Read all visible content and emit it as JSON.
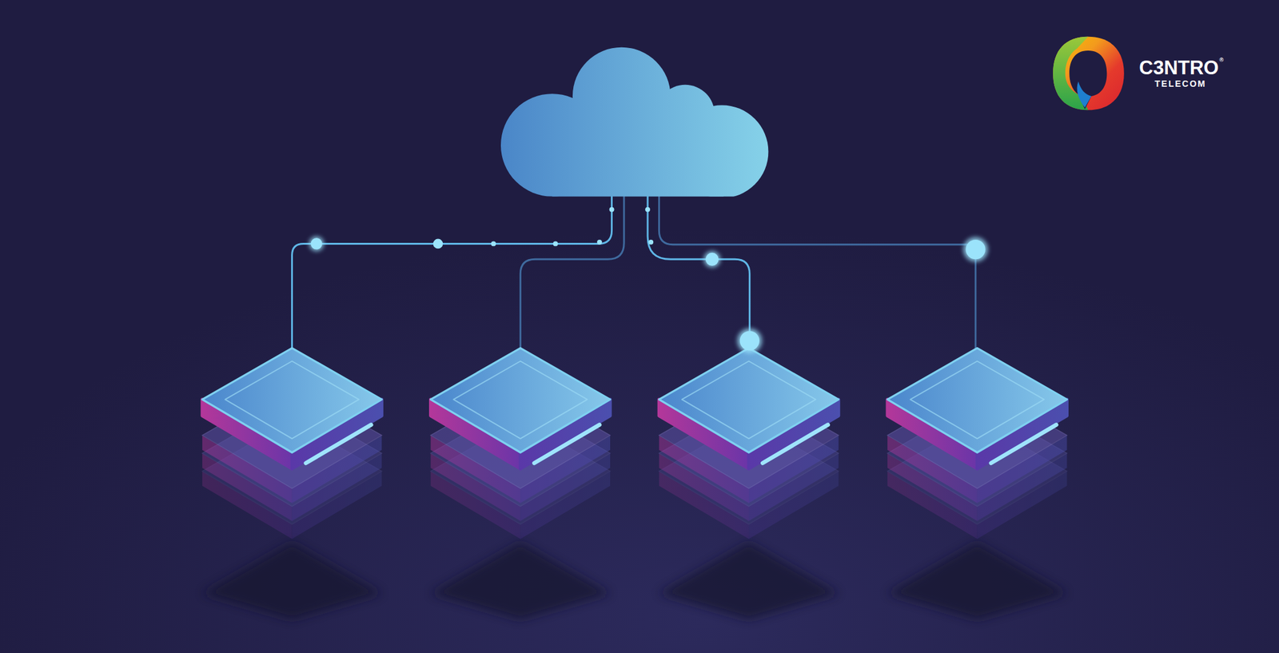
{
  "diagram": {
    "labels": [
      "C3NTRO",
      "®",
      "TELECOM"
    ]
  }
}
